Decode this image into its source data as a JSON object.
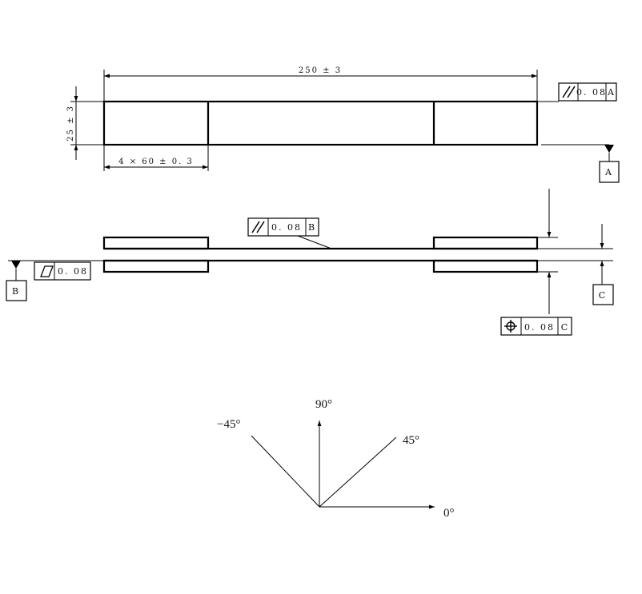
{
  "dimensions": {
    "overall_length": "250 ± 3",
    "width": "25 ± 3",
    "tab_length": "4 × 60 ± 0. 3"
  },
  "tolerances": {
    "top_parallelism": {
      "symbol": "parallelism-icon",
      "value": "0. 08",
      "datum": "A"
    },
    "side_parallelism": {
      "symbol": "parallelism-icon",
      "value": "0. 08",
      "datum": "B"
    },
    "flatness": {
      "symbol": "flatness-icon",
      "value": "0. 08"
    },
    "position": {
      "symbol": "position-icon",
      "value": "0. 08",
      "datum": "C"
    }
  },
  "datums": {
    "a": "A",
    "b": "B",
    "c": "C"
  },
  "angles": {
    "minus45": "−45°",
    "plus90": "90°",
    "plus45": "45°",
    "zero": "0°"
  }
}
